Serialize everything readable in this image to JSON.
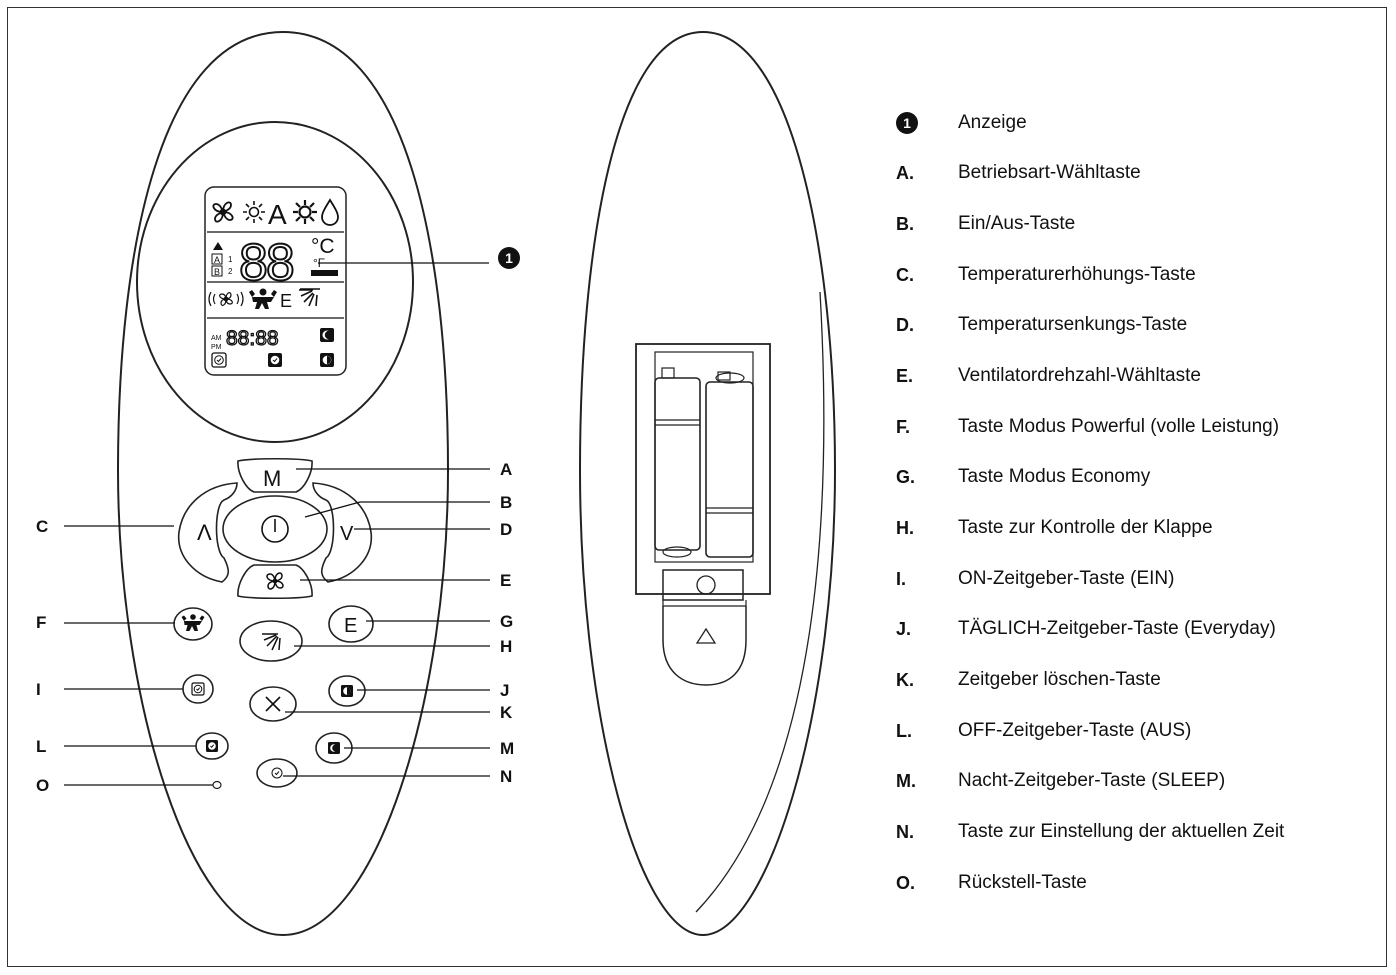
{
  "lcd": {
    "digits_temp": "88",
    "unit_c": "°C",
    "unit_f": "°F",
    "timer_a": "A",
    "timer_a_num": "1",
    "timer_b": "B",
    "timer_b_num": "2",
    "mode_auto": "A",
    "econ_symbol": "E",
    "clock": "88:88",
    "am": "AM",
    "pm": "PM"
  },
  "buttons": {
    "mode": "M",
    "up": "Λ",
    "down": "V",
    "economy": "E"
  },
  "callouts": {
    "display_num": "1",
    "A": "A",
    "B": "B",
    "C": "C",
    "D": "D",
    "E": "E",
    "F": "F",
    "G": "G",
    "H": "H",
    "I": "I",
    "J": "J",
    "K": "K",
    "L": "L",
    "M": "M",
    "N": "N",
    "O": "O"
  },
  "legend": [
    {
      "key": "1",
      "text": "Anzeige"
    },
    {
      "key": "A.",
      "text": "Betriebsart-Wähltaste"
    },
    {
      "key": "B.",
      "text": "Ein/Aus-Taste"
    },
    {
      "key": "C.",
      "text": "Temperaturerhöhungs-Taste"
    },
    {
      "key": "D.",
      "text": "Temperatursenkungs-Taste"
    },
    {
      "key": "E.",
      "text": "Ventilatordrehzahl-Wähltaste"
    },
    {
      "key": "F.",
      "text": "Taste Modus Powerful (volle Leistung)"
    },
    {
      "key": "G.",
      "text": "Taste Modus Economy"
    },
    {
      "key": "H.",
      "text": "Taste zur Kontrolle der Klappe"
    },
    {
      "key": "I.",
      "text": "ON-Zeitgeber-Taste (EIN)"
    },
    {
      "key": "J.",
      "text": "TÄGLICH-Zeitgeber-Taste (Everyday)"
    },
    {
      "key": "K.",
      "text": "Zeitgeber löschen-Taste"
    },
    {
      "key": "L.",
      "text": "OFF-Zeitgeber-Taste (AUS)"
    },
    {
      "key": "M.",
      "text": "Nacht-Zeitgeber-Taste (SLEEP)"
    },
    {
      "key": "N.",
      "text": "Taste zur Einstellung der aktuellen Zeit"
    },
    {
      "key": "O.",
      "text": "Rückstell-Taste"
    }
  ]
}
